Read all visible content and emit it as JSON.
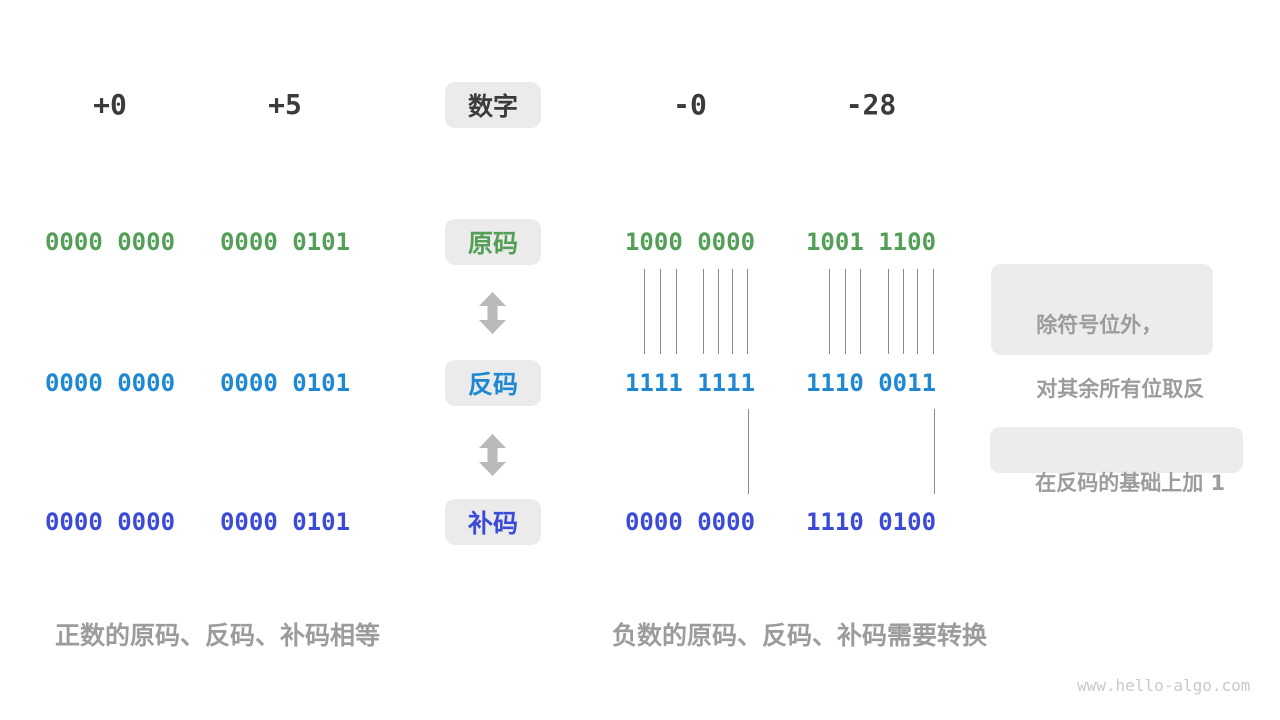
{
  "headers": {
    "col1": "+0",
    "col2": "+5",
    "center": "数字",
    "col3": "-0",
    "col4": "-28"
  },
  "rows": [
    {
      "label": "原码",
      "color": "#549f57",
      "values": [
        "0000 0000",
        "0000 0101",
        "1000 0000",
        "1001 1100"
      ]
    },
    {
      "label": "反码",
      "color": "#1e88d2",
      "values": [
        "0000 0000",
        "0000 0101",
        "1111 1111",
        "1110 0011"
      ]
    },
    {
      "label": "补码",
      "color": "#3b4bd8",
      "values": [
        "0000 0000",
        "0000 0101",
        "0000 0000",
        "1110 0100"
      ]
    }
  ],
  "annotations": {
    "flip_line1": "除符号位外，",
    "flip_line2": "对其余所有位取反",
    "add_one": "在反码的基础上加 1"
  },
  "captions": {
    "positive": "正数的原码、反码、补码相等",
    "negative": "负数的原码、反码、补码需要转换"
  },
  "watermark": "www.hello-algo.com",
  "colors": {
    "header_text": "#3b3b3b",
    "sign_magnitude": "#549f57",
    "ones_complement": "#1e88d2",
    "twos_complement": "#3b4bd8",
    "box_background": "#ebebeb",
    "annotation_text": "#9c9c9c",
    "connector_line": "#8a8a8a",
    "arrow": "#b9b9b9",
    "watermark": "#c9c9c9"
  }
}
